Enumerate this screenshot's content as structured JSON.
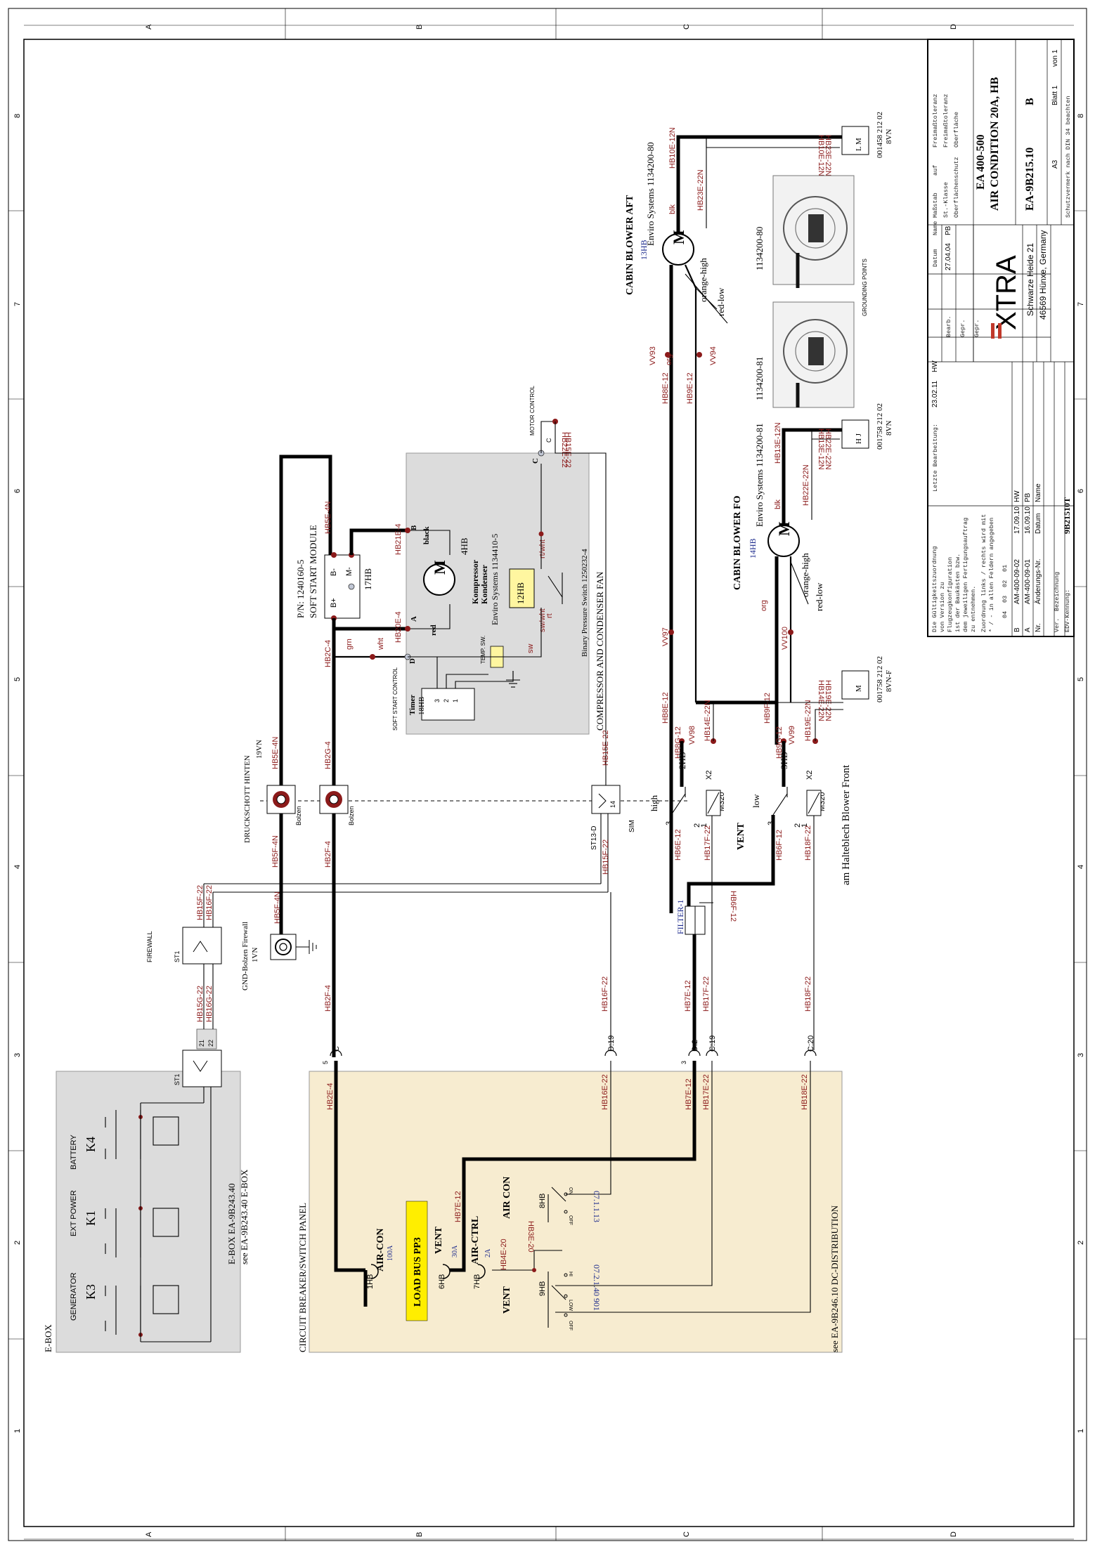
{
  "grid": {
    "cols_top": [
      "A",
      "B",
      "C",
      "D"
    ],
    "rows_side": [
      "8",
      "7",
      "6",
      "5",
      "4",
      "3",
      "2",
      "1"
    ]
  },
  "colors": {
    "ebox_bg": "#dcdcdc",
    "panel_bg": "#f7ecd0",
    "fan_bg": "#dcdcdc",
    "pressure_switch": "#fff6a0",
    "load_bus": "#ffee00",
    "wire_label": "#8b1a1a",
    "blue_label": "#1c2a8c"
  },
  "ebox": {
    "title": "E-BOX",
    "caption1": "E-BOX EA-9B243.40",
    "caption2": "see EA-9B243.40 E-BOX",
    "sources": [
      {
        "name": "GENERATOR",
        "id": "K3"
      },
      {
        "name": "EXT POWER",
        "id": "K1"
      },
      {
        "name": "BATTERY",
        "id": "K4"
      }
    ],
    "st1": "ST1",
    "st1_pins": [
      "21",
      "22"
    ]
  },
  "panel": {
    "title": "CIRCUIT BREAKER/SWITCH PANEL",
    "dist_caption": "see EA-9B246.10 DC-DISTRIBUTION",
    "load_bus": "LOAD BUS PP3",
    "breakers": [
      {
        "ref": "1HB",
        "name": "AIR-CON",
        "rating": "100A"
      },
      {
        "ref": "6HB",
        "name": "VENT",
        "rating": "30A"
      },
      {
        "ref": "7HB",
        "name": "AIR-CTRL",
        "rating": "2A"
      }
    ],
    "air_con_switch": {
      "name": "AIR CON",
      "ref": "8HB",
      "on": "ON",
      "off": "OFF",
      "code": "07.1.1.13"
    },
    "vent_switch": {
      "name": "VENT",
      "ref": "9HB",
      "hi": "HI",
      "low": "LOW",
      "off": "OFF",
      "code": "07.2.1.40 901"
    },
    "wires": [
      "HB2E-4",
      "HB7E-12",
      "HB16E-22",
      "HB17E-22",
      "HB18E-22",
      "HB4E-20",
      "HB3E-20"
    ],
    "connectors": [
      "C",
      "D:19",
      "D:2",
      "C:19",
      "C:20"
    ],
    "pin5": "5",
    "pin3": "3"
  },
  "firewall": {
    "title": "FIREWALL",
    "st1": "ST1",
    "wires": [
      "HB15F-22",
      "HB16F-22",
      "HB15G-22",
      "HB16G-22"
    ],
    "gnd_label": "GND-Bolzen Firewall",
    "gnd_ref": "1VN",
    "gnd_wire": "HB5F-4N"
  },
  "druckschott": {
    "title": "DRUCKSCHOTT HINTEN",
    "ref": "19VN",
    "bolt": "Bolzen",
    "wires": [
      "HB5F-4N",
      "HB5E-4N",
      "HB2F-4",
      "HB2G-4",
      "HB2F-4",
      "HB2G-4"
    ],
    "st13": "ST13-D",
    "sim": "SIM",
    "sim_pin": "14",
    "st13_wires": [
      "HB15E-22",
      "HB15F-22",
      "HB16F-22"
    ]
  },
  "condenser": {
    "title": "COMPRESSOR AND CONDENSER FAN",
    "soft_start": {
      "pn": "P/N: 1240160-5",
      "name": "SOFT START MODULE",
      "ref": "17HB",
      "b_plus": "B+",
      "b_minus": "B-",
      "m_minus": "M-"
    },
    "motor": {
      "name": "Kompressor",
      "name2": "Kondenser",
      "maker": "Enviro Systems 1134410-5",
      "ref": "4HB"
    },
    "pressure": {
      "ref": "12HB",
      "name": "Binary Pressure Switch 1250232-4"
    },
    "timer": {
      "name": "Timer",
      "ref": "18HB",
      "pins": [
        "3",
        "2",
        "1"
      ]
    },
    "labels": {
      "soft_ctrl": "SOFT START CONTROL",
      "temp_sw": "TEMP. SW.",
      "motor_ctrl": "MOTOR CONTROL",
      "a": "A",
      "b": "B",
      "c": "C",
      "d": "D",
      "red": "red",
      "black": "black",
      "grn": "grn",
      "wht": "wht",
      "rt_wht": "rt/wht",
      "sw_wht": "sw/wht",
      "rt": "rt",
      "sw": "sw",
      "pin_c": "C"
    },
    "wires": [
      "HB5E-4N",
      "HB21E-4",
      "HB20E-4",
      "HB2C-4",
      "HB15E-22",
      "HB22E-22"
    ]
  },
  "blower_aft": {
    "title": "CABIN BLOWER AFT",
    "maker": "Enviro Systems 1134200-80",
    "ref": "13HB",
    "colors": [
      "orange-high",
      "red-low"
    ],
    "wires": [
      "HB10E-12N",
      "HB23E-22N",
      "blk",
      "org",
      "HB8E-12",
      "HB9E-12",
      "VV93",
      "VV94"
    ]
  },
  "blower_fo": {
    "title": "CABIN BLOWER FO",
    "maker": "Enviro Systems 1134200-81",
    "ref": "14HB",
    "colors": [
      "orange-high",
      "red-low"
    ],
    "wires": [
      "HB13E-12N",
      "HB22E-22N",
      "blk",
      "org",
      "VV97",
      "VV100"
    ]
  },
  "grounds": [
    {
      "ref": "L M",
      "part": "001458 212 02",
      "vn": "8VN",
      "wires": [
        "HB10E-12N",
        "HB23E-22N"
      ]
    },
    {
      "ref": "H J",
      "part": "001758 212 02",
      "vn": "8VN",
      "wires": [
        "HB13E-12N",
        "HB22E-22N"
      ]
    },
    {
      "ref": "M",
      "part": "001758 212 02",
      "vn": "8VN-F",
      "wires": [
        "HB14E-22N",
        "HB19E-22N"
      ]
    }
  ],
  "photos": {
    "top": "1134200-80",
    "bottom": "1134200-81",
    "caption": "GROUNDING POINTS"
  },
  "relays": {
    "aft": {
      "ref": "2HB",
      "m": "M320",
      "x": "X2",
      "high": "high",
      "wires": [
        "HB8G-12",
        "HB8E-12",
        "HB6E-12",
        "HB17F-22",
        "HB14E-22N",
        "VV98"
      ]
    },
    "fo": {
      "ref": "3HB",
      "m": "M320",
      "x": "X2",
      "low": "low",
      "wires": [
        "HB9G-12",
        "HB9F-12",
        "HB6F-12",
        "HB18F-22",
        "HB19E-22N",
        "VV99"
      ]
    },
    "vent": "VENT",
    "caption": "am Halteblech Blower Front",
    "filter": "FILTER-1",
    "filter_wires": [
      "HB7E-12",
      "HB17F-22",
      "HB18F-22",
      "HB6F-12"
    ]
  },
  "title_block": {
    "left_header": [
      "Maßstab",
      "auf",
      "Freimaßtoleranz"
    ],
    "left_header2": [
      "St.-Klasse",
      "Freimaßtoleranz"
    ],
    "left_header3": [
      "Oberflächenschutz",
      "Oberfläche"
    ],
    "title1": "EA 400-500",
    "title2": "AIR CONDITION 20A, HB",
    "number": "EA-9B215.10",
    "rev": "B",
    "sheet": "Blatt 1",
    "sheet_of": "von 1",
    "format": "A3",
    "protect": "Schutzvermerk nach DIN 34 beachten",
    "company": "XTRA",
    "address1": "Schwarze Heide 21",
    "address2": "46569 Hünxe, Germany",
    "date_hdr": [
      "Datum",
      "Name"
    ],
    "bearb": [
      "Bearb.",
      "27.04.04",
      "PB"
    ],
    "gepr1": "Gepr.",
    "gepr2": "Gepr.",
    "last_edit": [
      "Letzte Bearbeitung:",
      "23.02.11",
      "HW"
    ],
    "revisions": [
      {
        "id": "B",
        "doc": "AM-400-09-02",
        "date": "17.09.10",
        "name": "HW"
      },
      {
        "id": "A",
        "doc": "AM-400-09-01",
        "date": "16.09.10",
        "name": "PB"
      },
      {
        "id": "Nr.",
        "doc": "Änderungs-Nr.",
        "date": "Datum",
        "name": "Name"
      }
    ],
    "validity": [
      "Die Gültigkeitszuordnung",
      "von Version zu",
      "Flugzeugkonfiguration",
      "ist der Baukästen bzw.",
      "dem jeweiligen Fertigungsauftrag",
      "zu entnehmen."
    ],
    "assign": [
      "Zuordnung links / rechts wird mit",
      "* / - in allen Feldern angegeben"
    ],
    "row_ids": [
      "04",
      "03",
      "02",
      "01"
    ],
    "ver": "Ver.",
    "bez": "Bezeichnung",
    "edv": "EDV-Kennung:",
    "edv_val": "9B21510T"
  }
}
